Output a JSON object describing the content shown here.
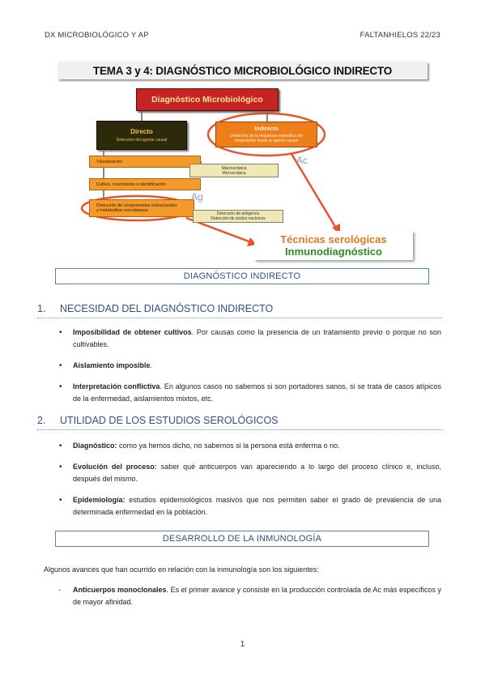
{
  "header": {
    "left": "DX MICROBIOLÓGICO Y AP",
    "right": "FALTANHIELOS 22/23"
  },
  "title": "TEMA 3 y 4: DIAGNÓSTICO MICROBIOLÓGICO INDIRECTO",
  "diagram": {
    "root": "Diagnóstico Microbiológico",
    "directo": {
      "title": "Directo",
      "sub": "Detección del agente causal"
    },
    "indirecto": {
      "title": "Indirecto",
      "sub1": "Detección de la respuesta específica del",
      "sub2": "hospedador frente al agente causal"
    },
    "visualizacion": "Visualización",
    "macro": {
      "l1": "Macroscópica",
      "l2": "Microscópica"
    },
    "cultivo": "Cultivo, crecimiento e identificación",
    "componentes": {
      "l1": "Detección de componentes estructurales",
      "l2": "y metabolitos microbianos"
    },
    "deteccion": {
      "l1": "Detección de antígenos",
      "l2": "Detección de ácidos nucleicos"
    },
    "label_ac": "Ac",
    "label_ag": "Ag",
    "tecnicas": {
      "l1": "Técnicas serológicas",
      "l2": "Inmunodiagnóstico"
    }
  },
  "section1": "DIAGNÓSTICO INDIRECTO",
  "heading1": {
    "num": "1.",
    "text": "NECESIDAD DEL DIAGNÓSTICO INDIRECTO"
  },
  "list1": [
    {
      "bold": "Imposibilidad de obtener cultivos",
      "rest": ". Por causas como la presencia de un tratamiento previo o porque no son cultivables."
    },
    {
      "bold": "Aislamiento imposible",
      "rest": "."
    },
    {
      "bold": "Interpretación conflictiva",
      "rest": ". En algunos casos no sabemos si son portadores sanos, si se trata de casos atípicos de la enfermedad, aislamientos mixtos, etc."
    }
  ],
  "heading2": {
    "num": "2.",
    "text": "UTILIDAD DE LOS ESTUDIOS SEROLÓGICOS"
  },
  "list2": [
    {
      "bold": "Diagnóstico:",
      "rest": " como ya hemos dicho, no sabemos si la persona está enferma o no."
    },
    {
      "bold": "Evolución del proceso:",
      "rest": " saber qué anticuerpos van apareciendo a lo largo del proceso clínico e, incluso, después del mismo."
    },
    {
      "bold": "Epidemiología:",
      "rest": " estudios epidemiológicos masivos que nos permiten saber el grado de prevalencia de una determinada enfermedad en la población."
    }
  ],
  "section2": "DESARROLLO DE LA INMUNOLOGÍA",
  "para": "Algunos avances que han ocurrido en relación con la inmunología son los siguientes:",
  "dash1": {
    "bold": "Anticuerpos monoclonales",
    "rest": ". Es el primer avance y consiste en la producción controlada de Ac más específicos y de mayor afinidad."
  },
  "page_number": "1"
}
